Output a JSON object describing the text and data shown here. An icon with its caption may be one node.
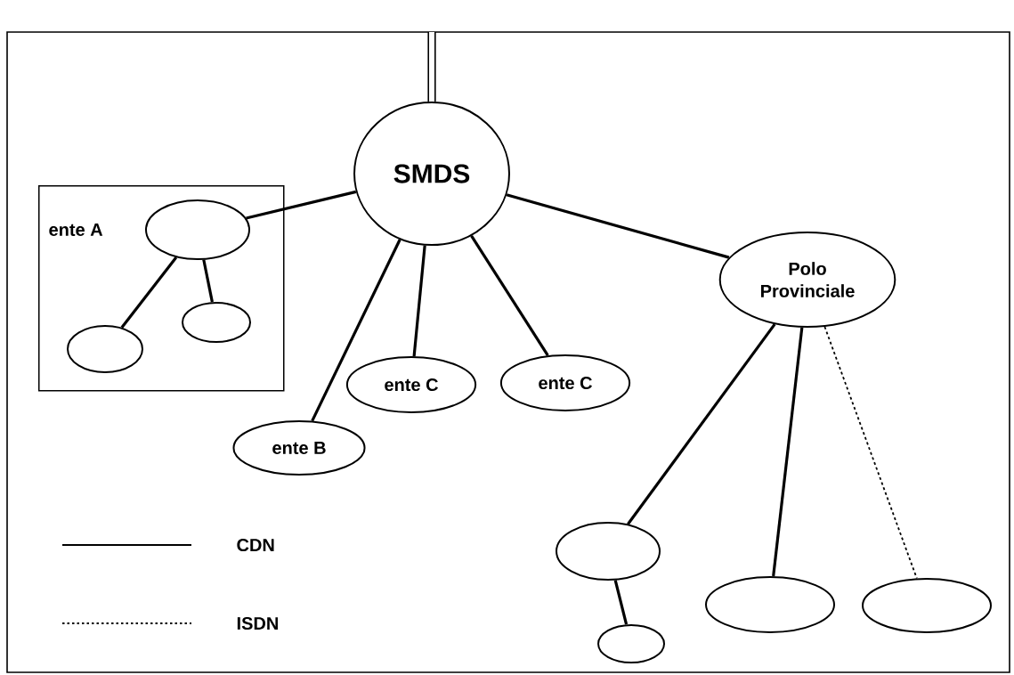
{
  "diagram": {
    "nodes": [
      {
        "text": [
          "SMDS"
        ]
      },
      {
        "text": [
          "ente A"
        ]
      },
      {
        "text": [],
        "shape": "ellipse",
        "in": 1
      },
      {
        "text": [],
        "shape": "ellipse",
        "in": 1
      },
      {
        "text": [],
        "shape": "ellipse",
        "in": 1
      },
      {
        "text": [
          "ente B"
        ]
      },
      {
        "text": [
          "ente C"
        ]
      },
      {
        "text": [
          "ente C"
        ]
      },
      {
        "text": [
          "Polo Provinciale"
        ]
      },
      {
        "text": [],
        "shape": "ellipse"
      },
      {
        "text": [],
        "shape": "ellipse"
      },
      {
        "text": [],
        "shape": "ellipse"
      },
      {
        "text": [],
        "shape": "ellipse"
      }
    ],
    "edges": [
      {
        "from": null,
        "to": 0,
        "arrow": "none",
        "style": "thick"
      },
      {
        "from": 0,
        "to": 2,
        "arrow": "none"
      },
      {
        "from": 0,
        "to": 5,
        "arrow": "none"
      },
      {
        "from": 0,
        "to": 6,
        "arrow": "none"
      },
      {
        "from": 0,
        "to": 7,
        "arrow": "none"
      },
      {
        "from": 0,
        "to": 8,
        "arrow": "none"
      },
      {
        "from": 2,
        "to": 3,
        "arrow": "none"
      },
      {
        "from": 2,
        "to": 4,
        "arrow": "none"
      },
      {
        "from": 8,
        "to": 9,
        "arrow": "none"
      },
      {
        "from": 8,
        "to": 11,
        "arrow": "none"
      },
      {
        "from": 8,
        "to": 12,
        "arrow": "none",
        "style": "dashed"
      },
      {
        "from": 9,
        "to": 10,
        "arrow": "none"
      }
    ],
    "legend": [
      {
        "text": "CDN"
      },
      {
        "text": "ISDN"
      }
    ]
  }
}
